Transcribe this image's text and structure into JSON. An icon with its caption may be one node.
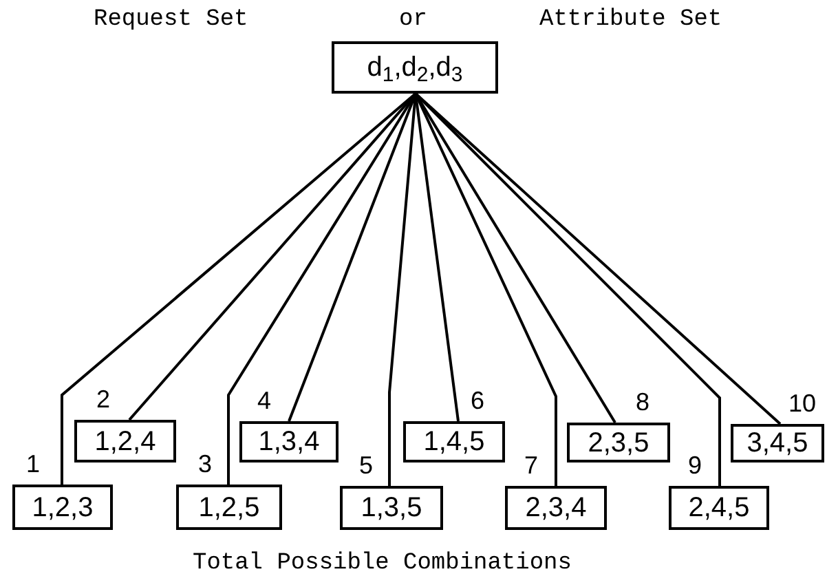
{
  "diagram": {
    "caption": "Total Possible Combinations",
    "nodes": [
      {
        "text": [
          "d$_{1}$,d$_{2}$,d$_{3}$"
        ]
      },
      {
        "text": [
          "1,2,3"
        ],
        "beside": [
          "1"
        ]
      },
      {
        "text": [
          "1,2,4"
        ],
        "beside": [
          "2"
        ]
      },
      {
        "text": [
          "1,2,5"
        ],
        "beside": [
          "3"
        ]
      },
      {
        "text": [
          "1,3,4"
        ],
        "beside": [
          "4"
        ]
      },
      {
        "text": [
          "1,3,5"
        ],
        "beside": [
          "5"
        ]
      },
      {
        "text": [
          "1,4,5"
        ],
        "beside": [
          "6"
        ]
      },
      {
        "text": [
          "2,3,4"
        ],
        "beside": [
          "7"
        ]
      },
      {
        "text": [
          "2,3,5"
        ],
        "beside": [
          "8"
        ]
      },
      {
        "text": [
          "2,4,5"
        ],
        "beside": [
          "9"
        ]
      },
      {
        "text": [
          "3,4,5"
        ],
        "beside": [
          "10"
        ]
      }
    ],
    "edges": [
      {
        "from": 0,
        "to": 1,
        "arrow": "none"
      },
      {
        "from": 0,
        "to": 2,
        "arrow": "none"
      },
      {
        "from": 0,
        "to": 3,
        "arrow": "none"
      },
      {
        "from": 0,
        "to": 4,
        "arrow": "none"
      },
      {
        "from": 0,
        "to": 5,
        "arrow": "none"
      },
      {
        "from": 0,
        "to": 6,
        "arrow": "none"
      },
      {
        "from": 0,
        "to": 7,
        "arrow": "none"
      },
      {
        "from": 0,
        "to": 8,
        "arrow": "none"
      },
      {
        "from": 0,
        "to": 9,
        "arrow": "none"
      },
      {
        "from": 0,
        "to": 10,
        "arrow": "none"
      }
    ],
    "labels": [
      "Request Set",
      "or",
      "Attribute Set"
    ]
  }
}
